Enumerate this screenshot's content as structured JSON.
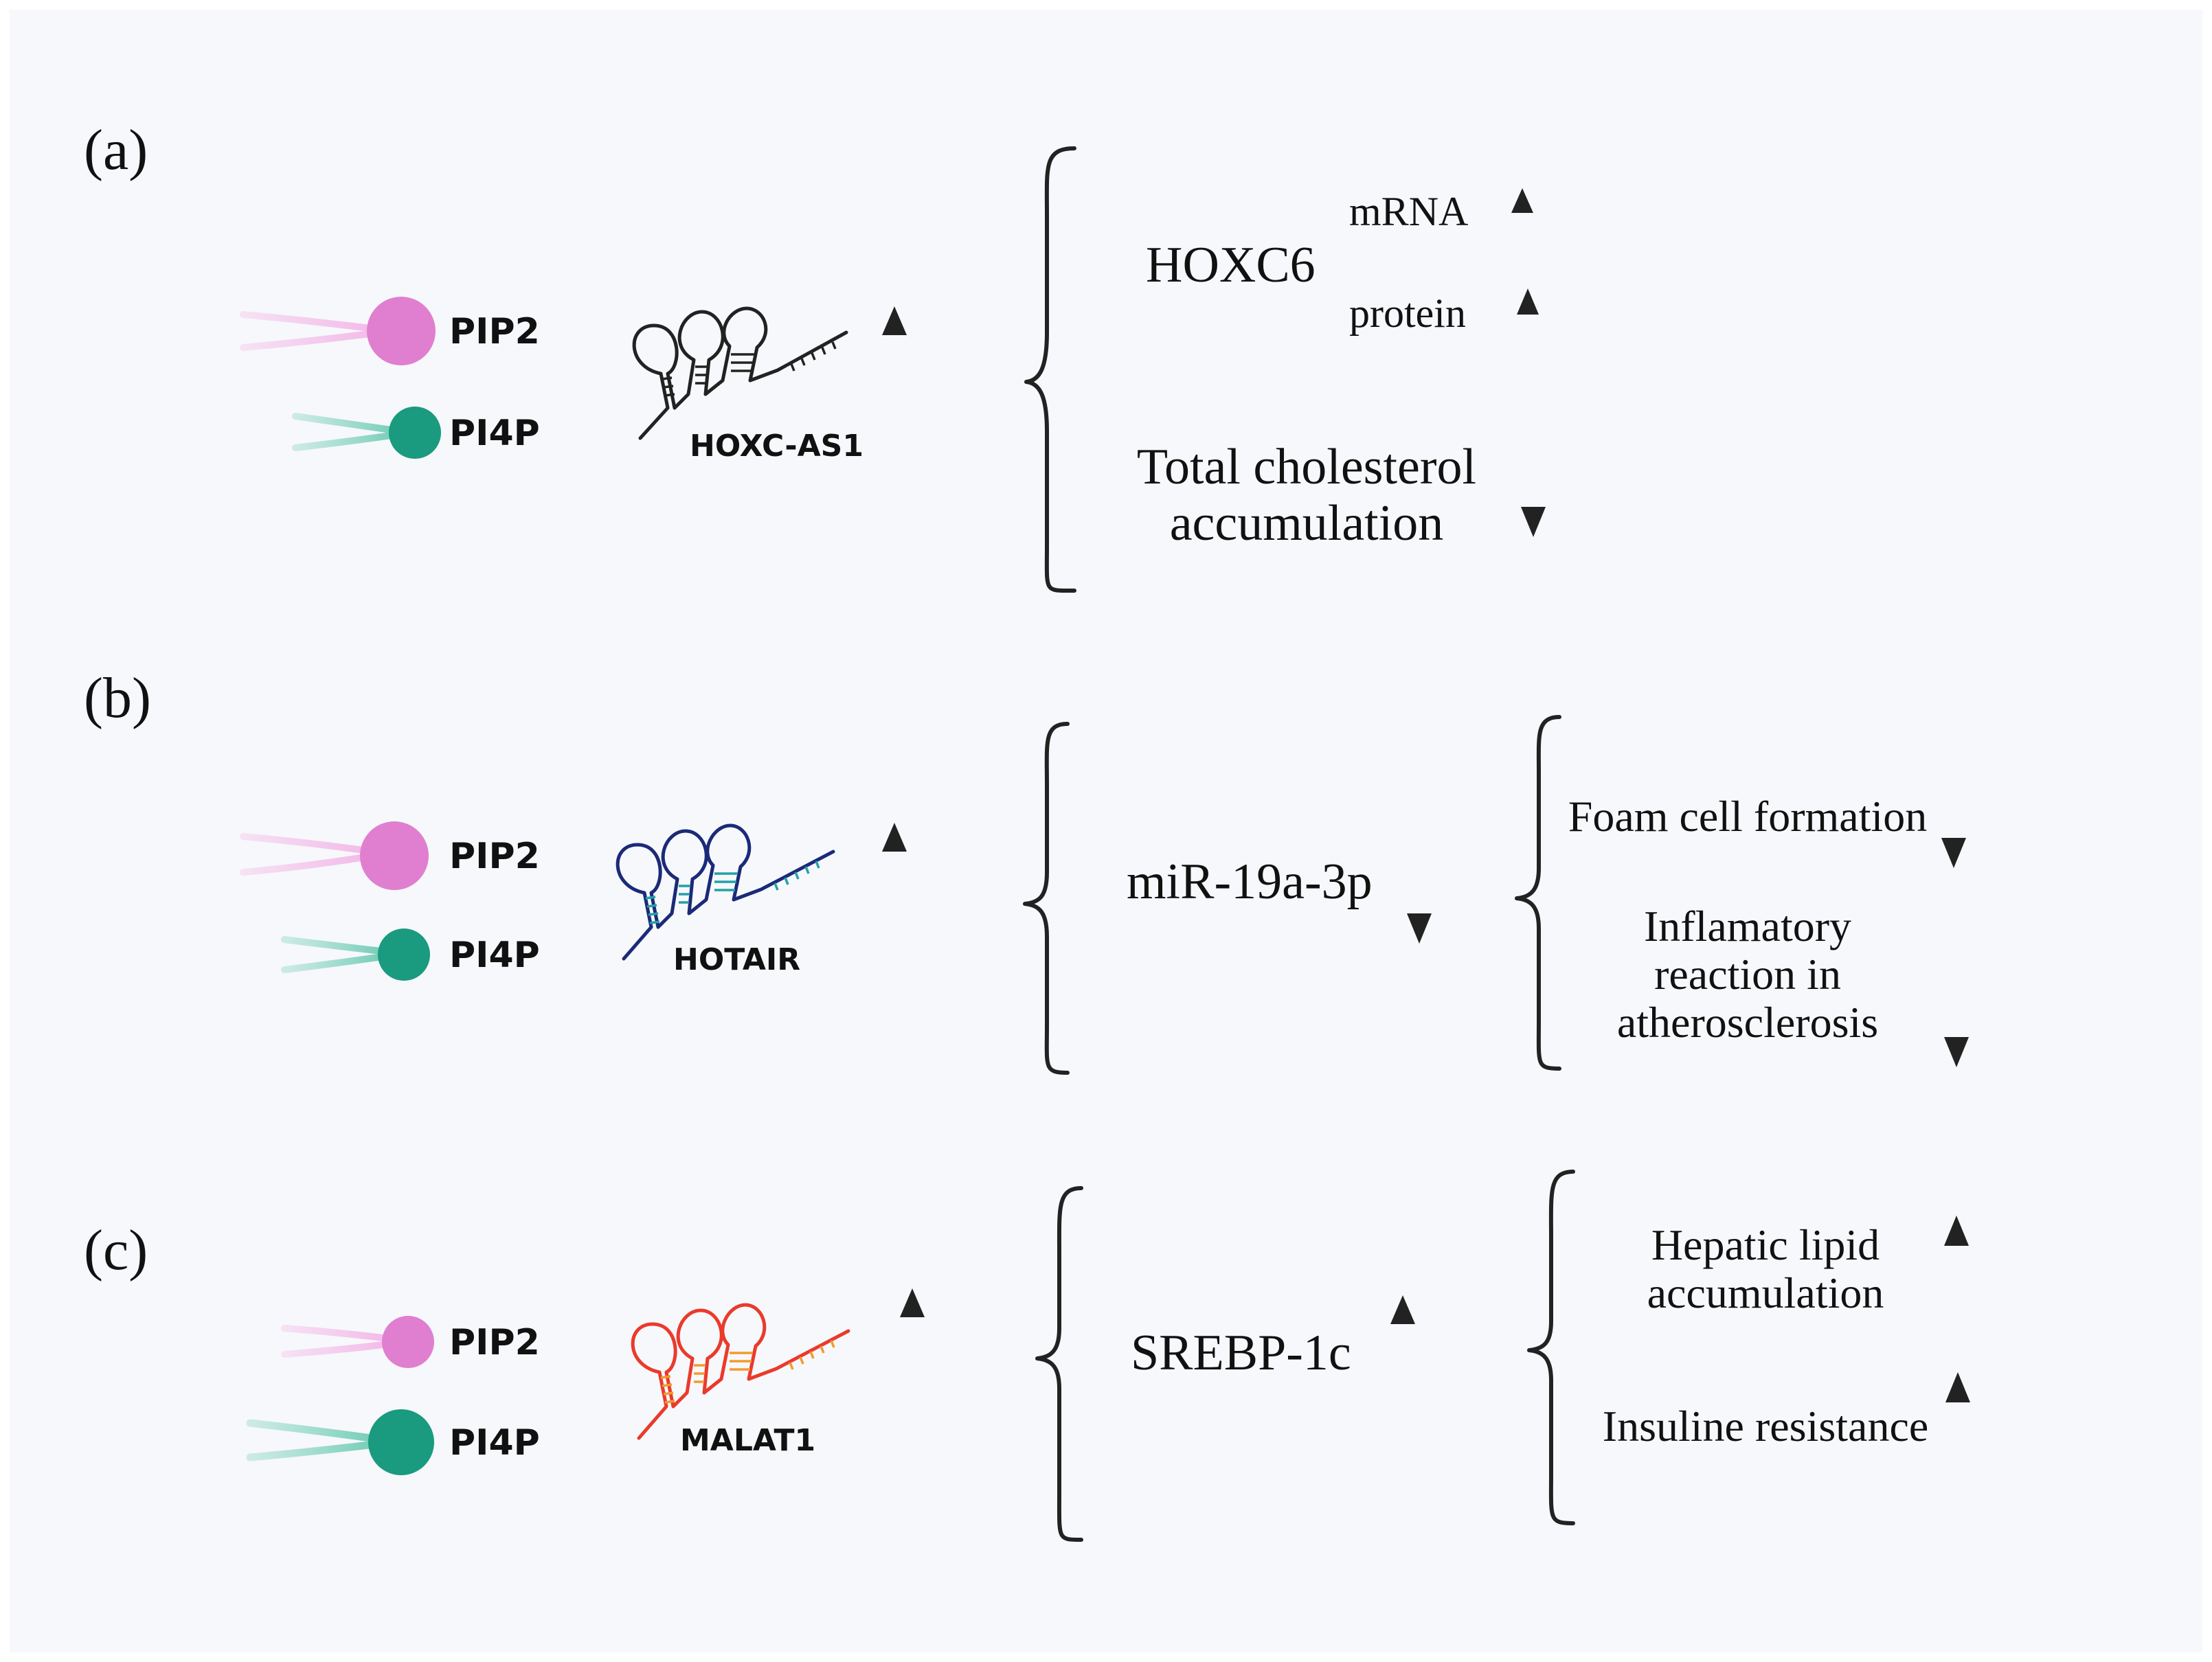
{
  "colors": {
    "pip2": "#e07fcf",
    "pi4p": "#1a9a7e",
    "pip2_tail": "#f4b8e8",
    "pi4p_tail": "#8ed6c4",
    "hoxc_as1": "#222222",
    "hotair_outer": "#1b2a78",
    "hotair_inner": "#22a0a8",
    "malat1": "#ea3a2c",
    "background": "#f6f8fb"
  },
  "panels": [
    {
      "label": "(a)",
      "lipids": [
        "PIP2",
        "PI4P"
      ],
      "lncrna": "HOXC-AS1",
      "lncrna_change": "up",
      "target": {
        "name": "HOXC6",
        "details": [
          {
            "text": "mRNA",
            "change": "up"
          },
          {
            "text": "protein",
            "change": "up"
          }
        ]
      },
      "outcome": {
        "line1": "Total cholesterol",
        "line2": "accumulation",
        "change": "down"
      }
    },
    {
      "label": "(b)",
      "lipids": [
        "PIP2",
        "PI4P"
      ],
      "lncrna": "HOTAIR",
      "lncrna_change": "up",
      "target": {
        "name": "miR-19a-3p",
        "change": "down"
      },
      "effects": [
        {
          "lines": [
            "Foam cell formation"
          ],
          "change": "down"
        },
        {
          "lines": [
            "Inflamatory",
            "reaction in",
            "atherosclerosis"
          ],
          "change": "down"
        }
      ]
    },
    {
      "label": "(c)",
      "lipids": [
        "PIP2",
        "PI4P"
      ],
      "lncrna": "MALAT1",
      "lncrna_change": "up",
      "target": {
        "name": "SREBP-1c",
        "change": "up"
      },
      "effects": [
        {
          "lines": [
            "Hepatic lipid",
            "accumulation"
          ],
          "change": "up"
        },
        {
          "lines": [
            "Insuline resistance"
          ],
          "change": "up"
        }
      ]
    }
  ]
}
